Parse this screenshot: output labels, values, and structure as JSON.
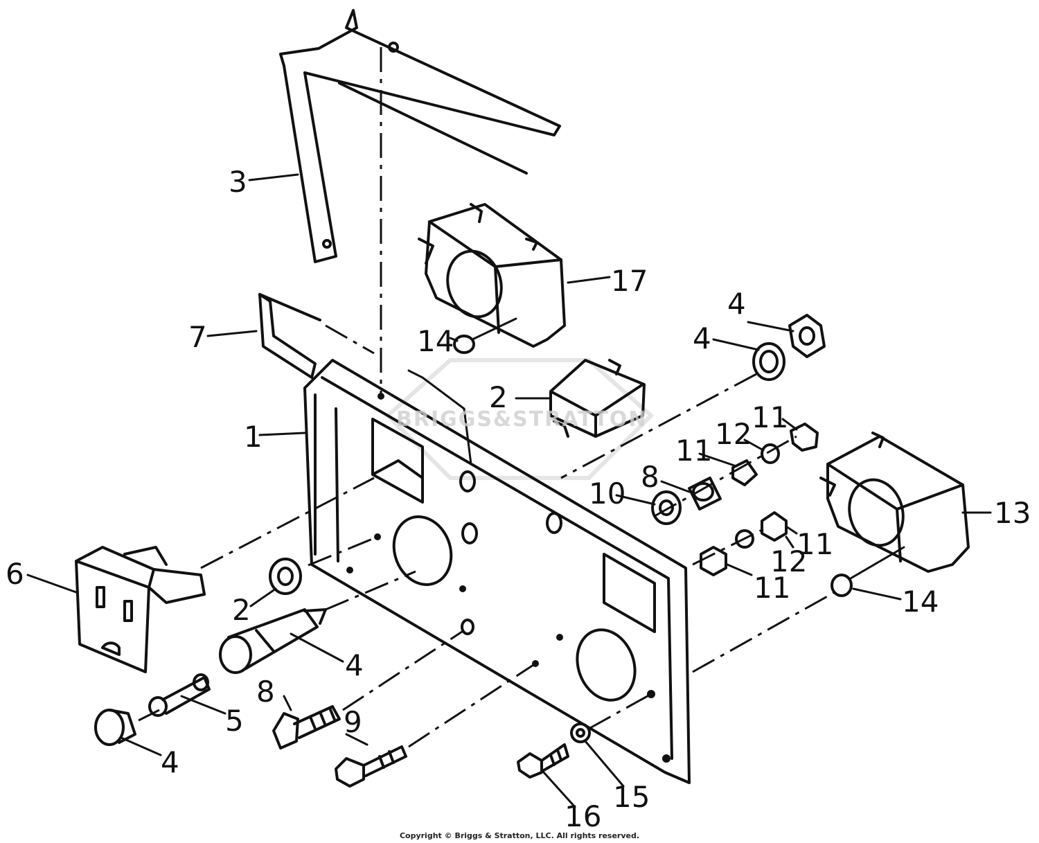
{
  "watermark": "BRIGGS&STRATTON",
  "callouts": {
    "c1": "1",
    "c2a": "2",
    "c2b": "2",
    "c3": "3",
    "c4a": "4",
    "c4b": "4",
    "c4c": "4",
    "c4d": "4",
    "c5": "5",
    "c6": "6",
    "c7": "7",
    "c8a": "8",
    "c8b": "8",
    "c9": "9",
    "c10": "10",
    "c11a": "11",
    "c11b": "11",
    "c11c": "11",
    "c11d": "11",
    "c12a": "12",
    "c12b": "12",
    "c13": "13",
    "c14a": "14",
    "c14b": "14",
    "c15": "15",
    "c16": "16",
    "c17": "17"
  },
  "copyright": "Copyright © Briggs & Stratton, LLC. All rights reserved."
}
